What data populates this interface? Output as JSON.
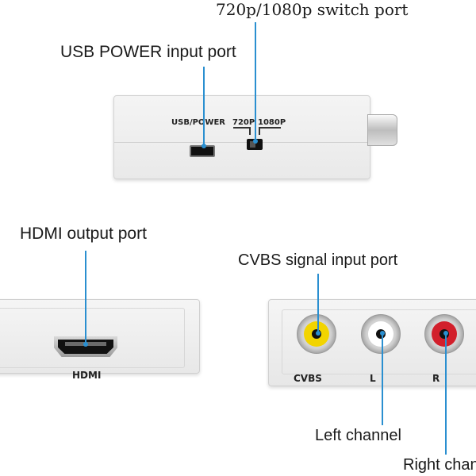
{
  "annotations": {
    "switch_port": "720p/1080p switch port",
    "usb_port": "USB POWER input port",
    "hdmi_port": "HDMI  output port",
    "cvbs_port": "CVBS signal input port",
    "left_channel": "Left channel",
    "right_channel": "Right channel"
  },
  "device_labels": {
    "usb_power": "USB/POWER",
    "p720": "720P",
    "p1080": "1080P",
    "hdmi": "HDMI",
    "cvbs": "CVBS",
    "l": "L",
    "r": "R"
  },
  "colors": {
    "leader_line": "#2a8fd0",
    "cvbs_jack": "#f2d400",
    "left_jack": "#ffffff",
    "right_jack": "#d21f2b"
  },
  "icons": {
    "usb_port": "mini-usb-port-icon",
    "switch": "slide-switch-icon",
    "hdmi_port": "hdmi-port-icon",
    "rca_jack": "rca-jack-icon"
  }
}
